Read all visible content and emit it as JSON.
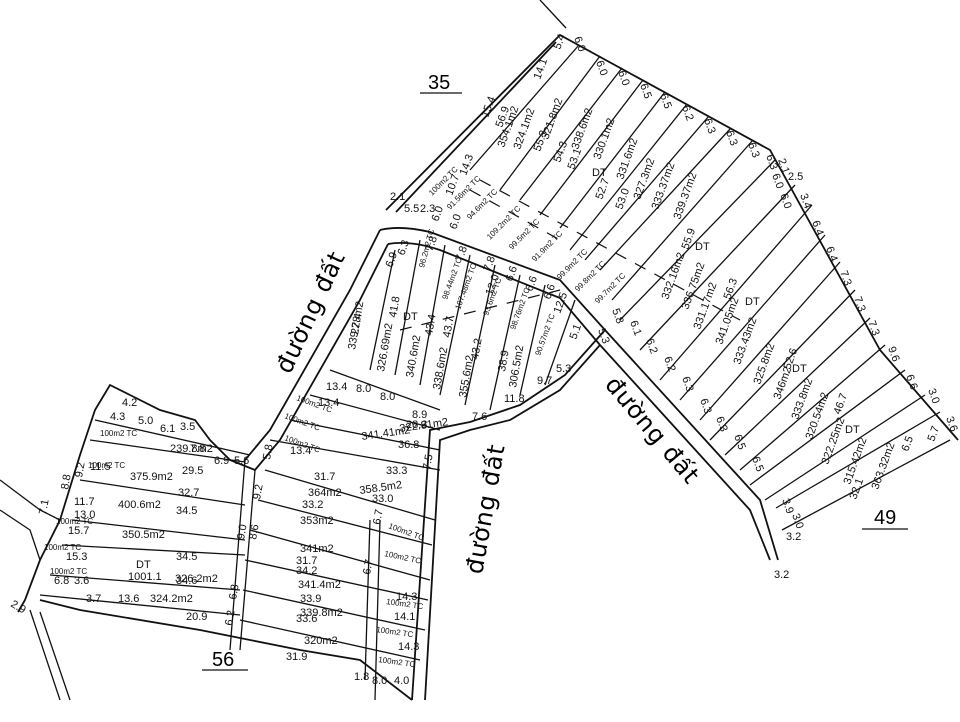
{
  "map": {
    "sheet_numbers": [
      "35",
      "49",
      "56"
    ],
    "roads": [
      "đường đất",
      "đường đất",
      "đường đất"
    ],
    "dt_marks": [
      "DT",
      "DT",
      "DT",
      "DT",
      "DT",
      "DT",
      "DT"
    ],
    "ne_block": {
      "areas": [
        "354.1m2",
        "324.1m2",
        "321.8m2",
        "338.6m2",
        "330.1m2",
        "331.6m2",
        "327.3m2",
        "333.37m2",
        "339.37m2",
        "55.9",
        "332.16m2",
        "336.75m2",
        "331.17m2",
        "56.3",
        "341.05m2",
        "333.43m2",
        "325.8m2",
        "346m2",
        "52.6",
        "333.8m2",
        "320.54m2",
        "46.7",
        "322.25m2",
        "315.42m2",
        "363.32m2",
        "32.1"
      ],
      "tc": [
        "100m2 TC",
        "91.56m2 TC",
        "94.6m2 TC",
        "109.2m2 TC",
        "99.5m2 TC",
        "91.9m2 TC",
        "99.9m2 TC",
        "99.8m2 TC",
        "99.7m2 TC"
      ],
      "dims": [
        "15.4",
        "56.9",
        "14.1",
        "5.4",
        "6.0",
        "6.0",
        "6.0",
        "6.5",
        "6.5",
        "6.2",
        "6.3",
        "6.3",
        "6.3",
        "6.3",
        "6.0",
        "6.0",
        "55.3",
        "54.3",
        "53.1",
        "52.7",
        "53.0",
        "14.3",
        "10.7",
        "2.1",
        "5.5",
        "2.3",
        "6.0",
        "6.0",
        "2.5",
        "2.1",
        "3.4",
        "6.4",
        "6.4",
        "7.3",
        "7.3",
        "7.3",
        "9.6",
        "6.6",
        "3.0",
        "3.6",
        "6.5",
        "5.7",
        "3.2",
        "3.2",
        "3.9",
        "3.0",
        "6.5",
        "6.5",
        "6.3",
        "6.3",
        "6.3",
        "6.2",
        "6.2",
        "6.1",
        "5.8",
        "5.3"
      ]
    },
    "middle_block": {
      "areas": [
        "339.28m2",
        "326.69m2",
        "340.6m2",
        "338.6m2",
        "355.6m2",
        "306.5m2",
        "38.9",
        "43.7",
        "43.2",
        "43.4",
        "41.8",
        "27.4"
      ],
      "tc": [
        "96.2m2 TC",
        "98.44m2 TC",
        "107.48m2 TC",
        "93.6m2 TC",
        "98.76m2 TC",
        "90.57m2 TC"
      ],
      "dims": [
        "6.9",
        "6.3",
        "7.8",
        "7.8",
        "12.0",
        "7.8",
        "6.6",
        "6.6",
        "12.5",
        "6.6",
        "11.8",
        "9.7",
        "5.3",
        "5.1",
        "8.0",
        "8.0",
        "8.9",
        "7.6"
      ]
    },
    "west_block": {
      "areas": [
        "239.8m2",
        "375.9m2",
        "400.6m2",
        "350.5m2",
        "326.2m2",
        "324.2m2",
        "341.41m2",
        "322.81m2",
        "358.5m2",
        "364m2",
        "353m2",
        "341m2",
        "341.4m2",
        "339.8m2",
        "320m2",
        "1001.1"
      ],
      "tc": [
        "100m2 TC",
        "100m2 TC",
        "100m2 TC",
        "100m2 TC",
        "100m2 TC",
        "100m2 TC",
        "100m2 TC",
        "100m2 TC",
        "100m2 TC",
        "100m2 TC",
        "100m2 TC",
        "100m2 TC",
        "100m2 TC"
      ],
      "dims": [
        "4.2",
        "4.3",
        "5.0",
        "6.1",
        "3.5",
        "7.8",
        "6.9",
        "5.6",
        "9.2",
        "8.8",
        "7.1",
        "2.9",
        "11.5",
        "11.7",
        "13.0",
        "15.7",
        "15.3",
        "6.8",
        "3.6",
        "3.7",
        "13.6",
        "20.9",
        "29.5",
        "32.7",
        "34.5",
        "34.5",
        "34.6",
        "13.4",
        "13.4",
        "13.4",
        "28.3",
        "36.8",
        "33.3",
        "31.7",
        "33.2",
        "33.0",
        "31.7",
        "34.2",
        "33.9",
        "33.6",
        "31.9",
        "14.3",
        "14.1",
        "14.3",
        "1.8",
        "8.0",
        "4.0",
        "7.5",
        "6.7",
        "6.7",
        "5.8",
        "9.2",
        "9.0",
        "8.6",
        "6.8",
        "6.2"
      ]
    }
  }
}
